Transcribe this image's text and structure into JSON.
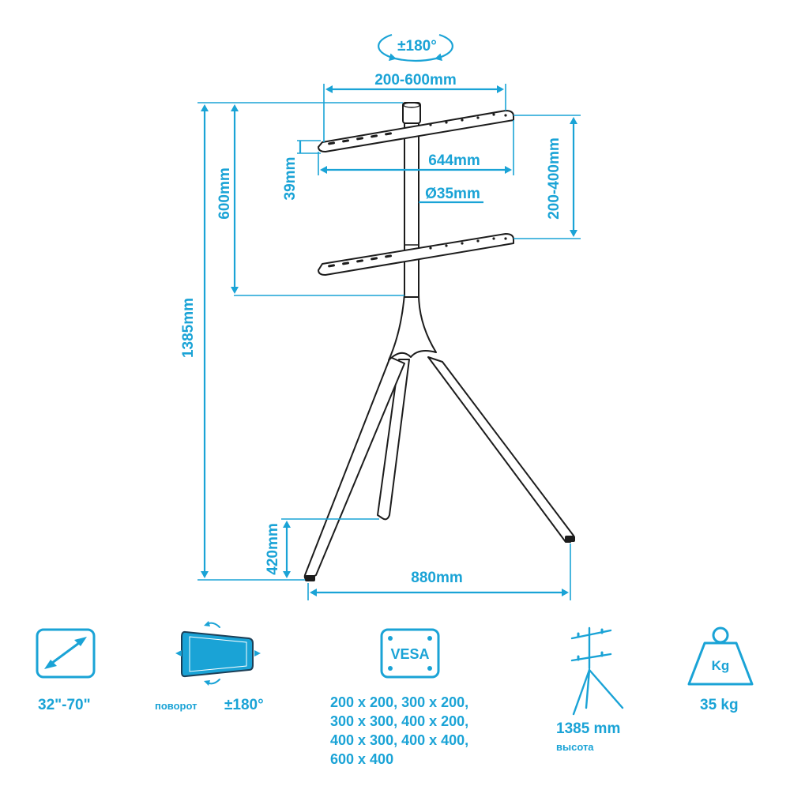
{
  "dimensions": {
    "rotation": "±180°",
    "vesa_width_range": "200-600mm",
    "bracket_width": "644mm",
    "bracket_height": "39mm",
    "pole_diameter": "Ø35mm",
    "vesa_height_range": "200-400mm",
    "bracket_adjust": "600mm",
    "total_height": "1385mm",
    "foot_height": "420mm",
    "base_width": "880mm"
  },
  "features": {
    "screen_size": "32\"-70\"",
    "rotate_word": "поворот",
    "rotate_value": "±180°",
    "vesa_icon": "VESA",
    "vesa_patterns": [
      "200 x 200, 300 x 200,",
      "300 x 300, 400 x 200,",
      "400 x 300, 400 x 400,",
      "600 x 400"
    ],
    "height_value": "1385 mm",
    "height_word": "высота",
    "weight_icon": "Kg",
    "weight_value": "35 kg"
  },
  "icons": [
    "diagonal-arrow-icon",
    "rotate-screen-icon",
    "vesa-icon",
    "stand-icon",
    "weight-icon",
    "rotate-arrow-icon"
  ],
  "colors": {
    "accent": "#1aa3d6",
    "line": "#1c1c1c"
  }
}
